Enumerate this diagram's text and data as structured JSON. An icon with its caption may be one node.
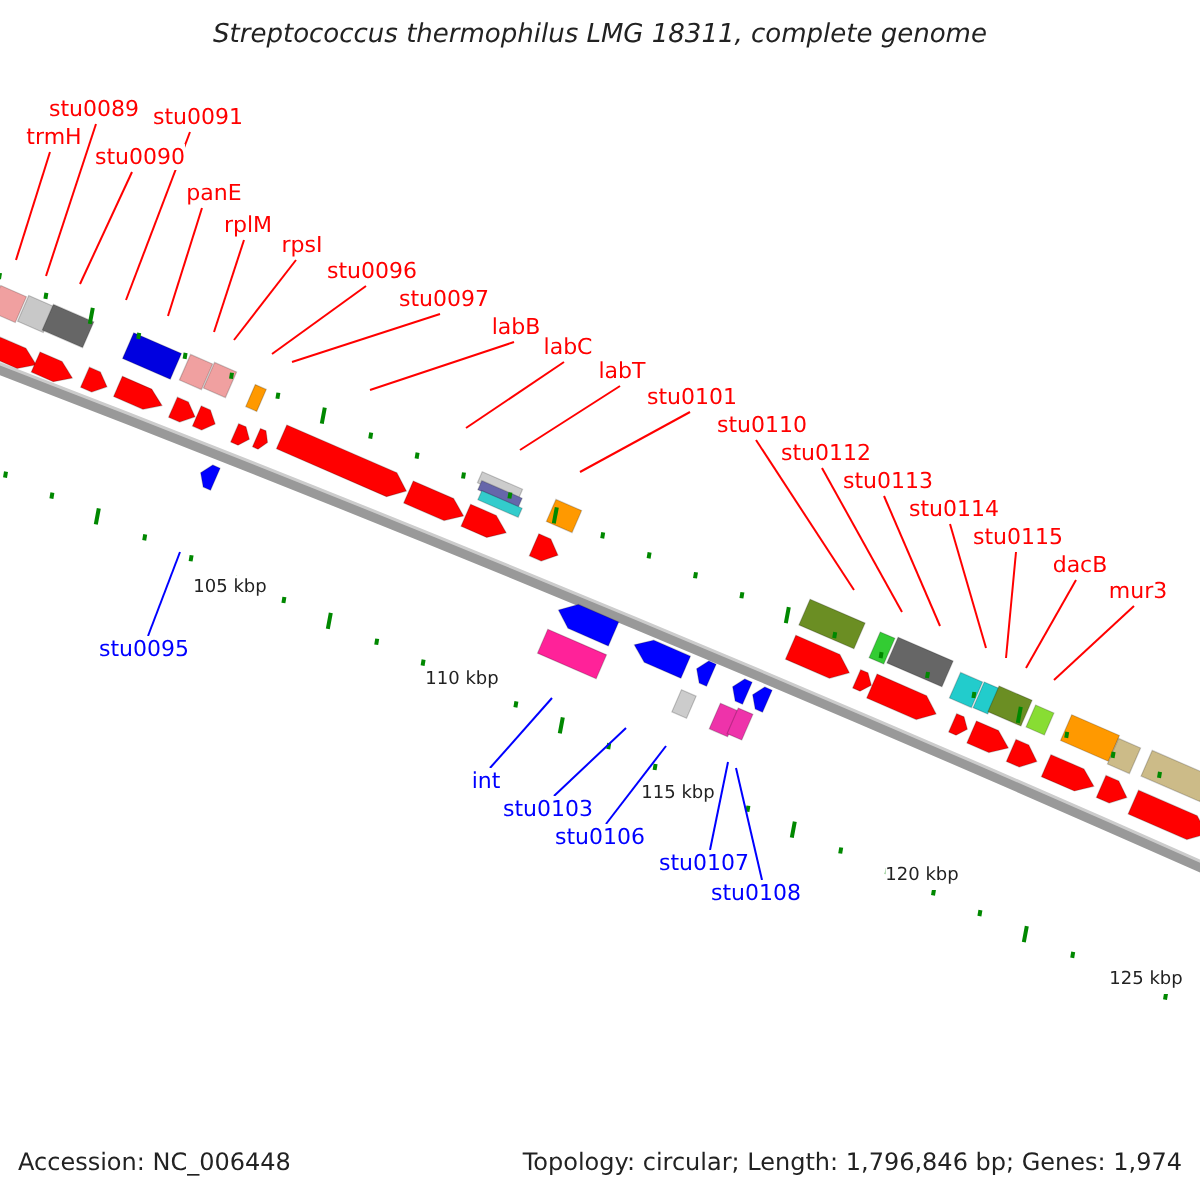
{
  "diagram": {
    "title": "Streptococcus thermophilus LMG 18311, complete genome",
    "nodes": [
      {
        "text": [
          "trmH"
        ]
      },
      {
        "text": [
          "stu0089"
        ]
      },
      {
        "text": [
          "stu0090"
        ]
      },
      {
        "text": [
          "stu0091"
        ]
      },
      {
        "text": [
          "panE"
        ]
      },
      {
        "text": [
          "rplM"
        ]
      },
      {
        "text": [
          "rpsI"
        ]
      },
      {
        "text": [
          "stu0096"
        ]
      },
      {
        "text": [
          "stu0097"
        ]
      },
      {
        "text": [
          "labB"
        ]
      },
      {
        "text": [
          "labC"
        ]
      },
      {
        "text": [
          "labT"
        ]
      },
      {
        "text": [
          "stu0101"
        ]
      },
      {
        "text": [
          "stu0110"
        ]
      },
      {
        "text": [
          "stu0112"
        ]
      },
      {
        "text": [
          "stu0113"
        ]
      },
      {
        "text": [
          "stu0114"
        ]
      },
      {
        "text": [
          "stu0115"
        ]
      },
      {
        "text": [
          "dacB"
        ]
      },
      {
        "text": [
          "mur3"
        ]
      },
      {
        "text": [
          "stu0095"
        ]
      },
      {
        "text": [
          "int"
        ]
      },
      {
        "text": [
          "stu0103"
        ]
      },
      {
        "text": [
          "stu0106"
        ]
      },
      {
        "text": [
          "stu0107"
        ]
      },
      {
        "text": [
          "stu0108"
        ]
      }
    ],
    "edges": [
      {
        "from": 0,
        "to": null,
        "arrow": "none"
      },
      {
        "from": 1,
        "to": null,
        "arrow": "none"
      },
      {
        "from": 2,
        "to": null,
        "arrow": "none"
      },
      {
        "from": 3,
        "to": null,
        "arrow": "none"
      },
      {
        "from": 4,
        "to": null,
        "arrow": "none"
      },
      {
        "from": 5,
        "to": null,
        "arrow": "none"
      },
      {
        "from": 6,
        "to": null,
        "arrow": "none"
      },
      {
        "from": 7,
        "to": null,
        "arrow": "none"
      },
      {
        "from": 8,
        "to": null,
        "arrow": "none"
      },
      {
        "from": 9,
        "to": null,
        "arrow": "none"
      },
      {
        "from": 10,
        "to": null,
        "arrow": "none"
      },
      {
        "from": 11,
        "to": null,
        "arrow": "none"
      },
      {
        "from": 12,
        "to": null,
        "arrow": "none"
      },
      {
        "from": 13,
        "to": null,
        "arrow": "none"
      },
      {
        "from": 14,
        "to": null,
        "arrow": "none"
      },
      {
        "from": 15,
        "to": null,
        "arrow": "none"
      },
      {
        "from": 16,
        "to": null,
        "arrow": "none"
      },
      {
        "from": 17,
        "to": null,
        "arrow": "none"
      },
      {
        "from": 18,
        "to": null,
        "arrow": "none"
      },
      {
        "from": 19,
        "to": null,
        "arrow": "none"
      },
      {
        "from": 20,
        "to": null,
        "arrow": "none",
        "color": "#0000ff"
      },
      {
        "from": 21,
        "to": null,
        "arrow": "none",
        "color": "#0000ff"
      },
      {
        "from": 22,
        "to": null,
        "arrow": "none",
        "color": "#0000ff"
      },
      {
        "from": 23,
        "to": null,
        "arrow": "none",
        "color": "#0000ff"
      },
      {
        "from": 24,
        "to": null,
        "arrow": "none",
        "color": "#0000ff"
      },
      {
        "from": 25,
        "to": null,
        "arrow": "none",
        "color": "#0000ff"
      }
    ],
    "labels": [
      "105 kbp",
      "110 kbp",
      "115 kbp",
      "120 kbp",
      "125 kbp",
      "Accession: NC_006448",
      "Topology: circular; Length: 1,796,846 bp; Genes: 1,974"
    ]
  }
}
